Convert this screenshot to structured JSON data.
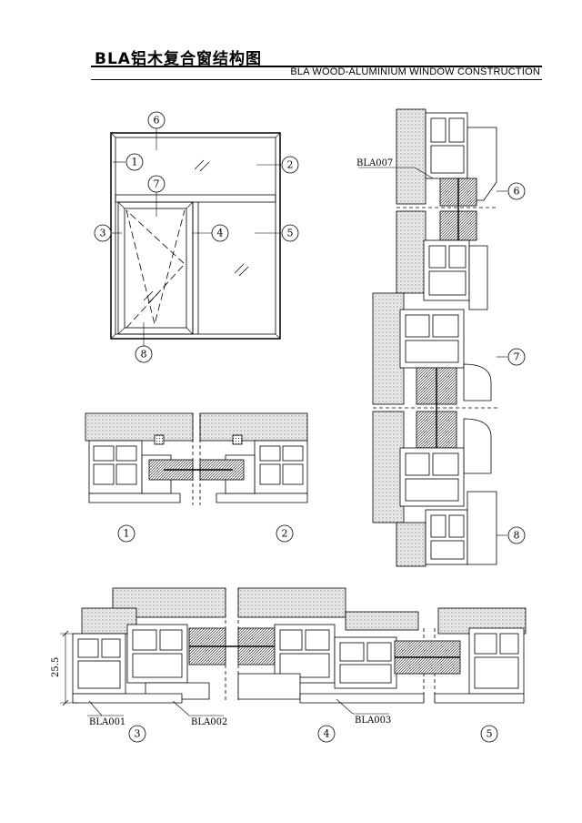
{
  "header": {
    "title_cn": "BLA铝木复合窗结构图",
    "title_en": "BLA WOOD-ALUMINIUM  WINDOW CONSTRUCTION"
  },
  "elevation": {
    "callouts": [
      "1",
      "2",
      "3",
      "4",
      "5",
      "6",
      "7",
      "8"
    ]
  },
  "horizontal_section": {
    "labels": [
      "1",
      "2"
    ]
  },
  "vertical_section": {
    "part_label": "BLA007",
    "labels": [
      "6",
      "7",
      "8"
    ]
  },
  "bottom_section": {
    "dimension": "25.5",
    "parts": [
      "BLA001",
      "BLA002",
      "BLA003"
    ],
    "labels": [
      "3",
      "4",
      "5"
    ]
  },
  "colors": {
    "line": "#000000",
    "wood_hatch": "#d9d9d9",
    "background": "#ffffff"
  }
}
